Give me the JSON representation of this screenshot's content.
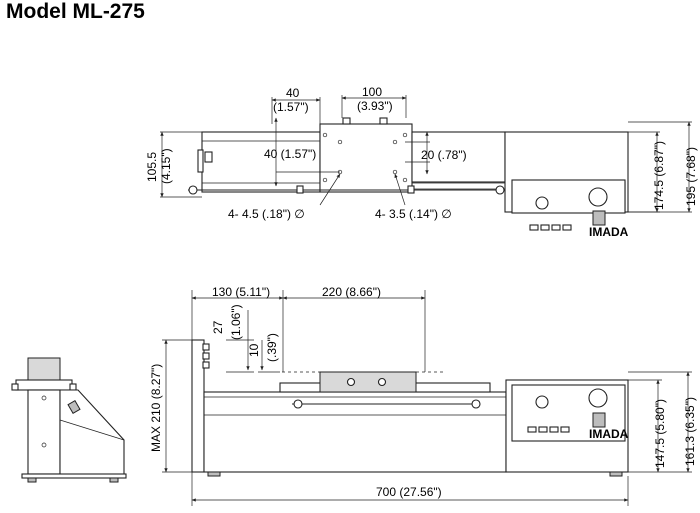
{
  "title": "Model ML-275",
  "top_view": {
    "dim_40_top": "40",
    "dim_40_top_in": "(1.57\")",
    "dim_100": "100",
    "dim_100_in": "(3.93\")",
    "dim_40_side": "40 (1.57\")",
    "dim_20": "20 (.78\")",
    "dim_105": "105.5",
    "dim_105_in": "(4.15\")",
    "dim_174": "174.5 (6.87\")",
    "dim_195": "195 (7.68\")",
    "hole_left": "4- 4.5 (.18\") ∅",
    "hole_right": "4- 3.5 (.14\") ∅"
  },
  "front_view": {
    "dim_130": "130 (5.11\")",
    "dim_220": "220 (8.66\")",
    "dim_27": "27",
    "dim_27_in": "(1.06\")",
    "dim_10": "10",
    "dim_10_in": "(.39\")",
    "dim_max210": "MAX 210 (8.27\")",
    "dim_147": "147.5 (5.80\")",
    "dim_161": "161.3 (6.35\")",
    "dim_700": "700 (27.56\")"
  },
  "brand_label": "IMADA"
}
